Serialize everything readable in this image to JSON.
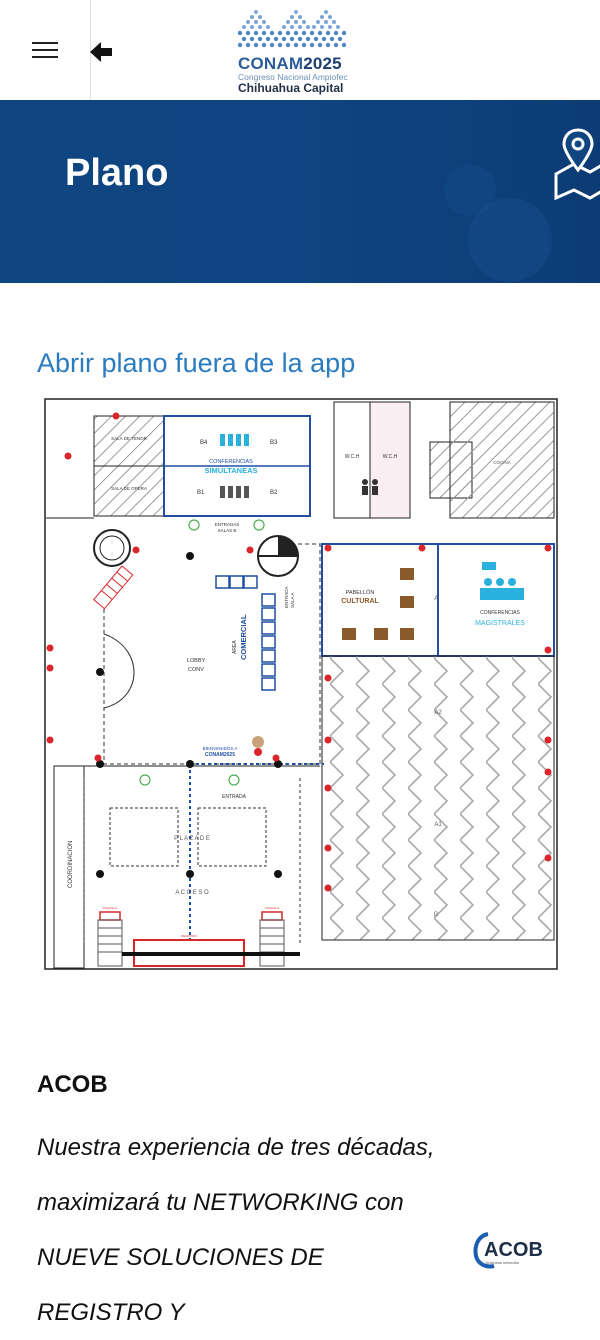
{
  "header": {
    "logo": {
      "brand_a": "CONAM",
      "brand_b": "2025",
      "subtitle": "Congreso Nacional Ampiofec",
      "city": "Chihuahua Capital"
    }
  },
  "banner": {
    "title": "Plano",
    "icon": "map-pin-icon"
  },
  "open_plan_link": "Abrir plano fuera de la app",
  "plan": {
    "rooms": {
      "sala_top": "SALA DE TENOR",
      "sala_bottom": "SALA DE OPERA",
      "b4": "B4",
      "b3": "B3",
      "b1": "B1",
      "b2": "B2",
      "conferencias": "CONFERENCIAS",
      "simultaneas": "SIMULTANEAS",
      "wch1": "W.C.H",
      "wch2": "W.C.H",
      "cocina": "COCINA",
      "pabellon": "PABELLÓN",
      "cultural": "CULTURAL",
      "a3": "A3",
      "conf_mag1": "CONFERENCIAS",
      "conf_mag2": "MAGISTRALES",
      "area": "AREA",
      "comercial": "COMERCIAL",
      "entrada_sala_a1": "ENTRADA",
      "entrada_sala_a2": "SALA A",
      "entradas_b1": "ENTRADAS",
      "entradas_b2": "SALAS B",
      "lobby1": "LOBBY",
      "lobby2": "CONV",
      "a2": "A2",
      "a1": "A1",
      "g": "G",
      "bienvenidos": "BIENVENIDOS A",
      "conam": "CONAM2025",
      "entrada": "ENTRADA",
      "plaza": "P L A Z A  D E",
      "acceso": "A C C E S O",
      "coordinacion": "COORDINACION",
      "taquilla_l": "TAQUILLA",
      "taquilla_r": "TAQUILLA",
      "registro": "REGISTRO"
    }
  },
  "acob": {
    "title": "ACOB",
    "description": "Nuestra experiencia de tres décadas, maximizará tu NETWORKING con NUEVE SOLUCIONES DE REGISTRO Y",
    "logo_text": "ACOB",
    "logo_sub": "business networks"
  },
  "colors": {
    "banner": "#0f4580",
    "link": "#2a7bbf",
    "plan_blue": "#1f4ea3",
    "accent_cyan": "#2ab0de",
    "exit_red": "#d9262b"
  }
}
